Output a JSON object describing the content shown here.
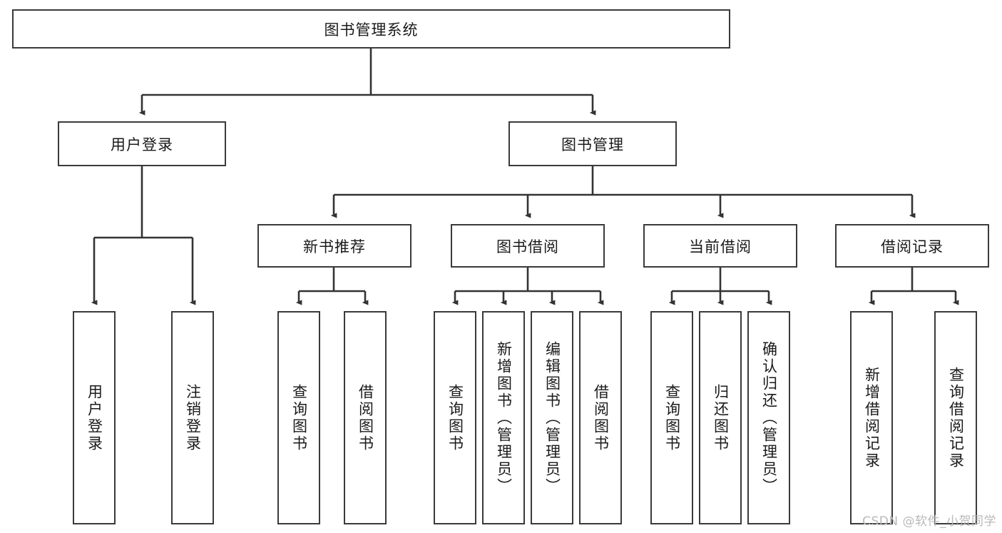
{
  "diagram": {
    "title": "图书管理系统",
    "type": "tree",
    "watermark": "CSDN @软件_小贺同学",
    "colors": {
      "box_border": "#3a3a3a",
      "box_fill": "#ffffff",
      "connector": "#333333",
      "text": "#1a1a1a",
      "watermark": "#b9b9b9",
      "background": "#ffffff"
    },
    "root": {
      "label": "图书管理系统"
    },
    "level2": [
      {
        "id": "user-login",
        "label": "用户登录"
      },
      {
        "id": "book-manage",
        "label": "图书管理"
      }
    ],
    "level3": [
      {
        "id": "new-book-recommend",
        "label": "新书推荐"
      },
      {
        "id": "book-borrow",
        "label": "图书借阅"
      },
      {
        "id": "current-borrow",
        "label": "当前借阅"
      },
      {
        "id": "borrow-record",
        "label": "借阅记录"
      }
    ],
    "leaves": {
      "user-login": [
        {
          "id": "leaf-user-login",
          "label": "用户登录"
        },
        {
          "id": "leaf-logout",
          "label": "注销登录"
        }
      ],
      "new-book-recommend": [
        {
          "id": "leaf-query-book-1",
          "label": "查询图书"
        },
        {
          "id": "leaf-borrow-book-1",
          "label": "借阅图书"
        }
      ],
      "book-borrow": [
        {
          "id": "leaf-query-book-2",
          "label": "查询图书"
        },
        {
          "id": "leaf-add-book",
          "label": "新增图书（管理员）"
        },
        {
          "id": "leaf-edit-book",
          "label": "编辑图书（管理员）"
        },
        {
          "id": "leaf-borrow-book-2",
          "label": "借阅图书"
        }
      ],
      "current-borrow": [
        {
          "id": "leaf-query-book-3",
          "label": "查询图书"
        },
        {
          "id": "leaf-return-book",
          "label": "归还图书"
        },
        {
          "id": "leaf-confirm-return",
          "label": "确认归还（管理员）"
        }
      ],
      "borrow-record": [
        {
          "id": "leaf-add-record",
          "label": "新增借阅记录"
        },
        {
          "id": "leaf-query-record",
          "label": "查询借阅记录"
        }
      ]
    }
  }
}
